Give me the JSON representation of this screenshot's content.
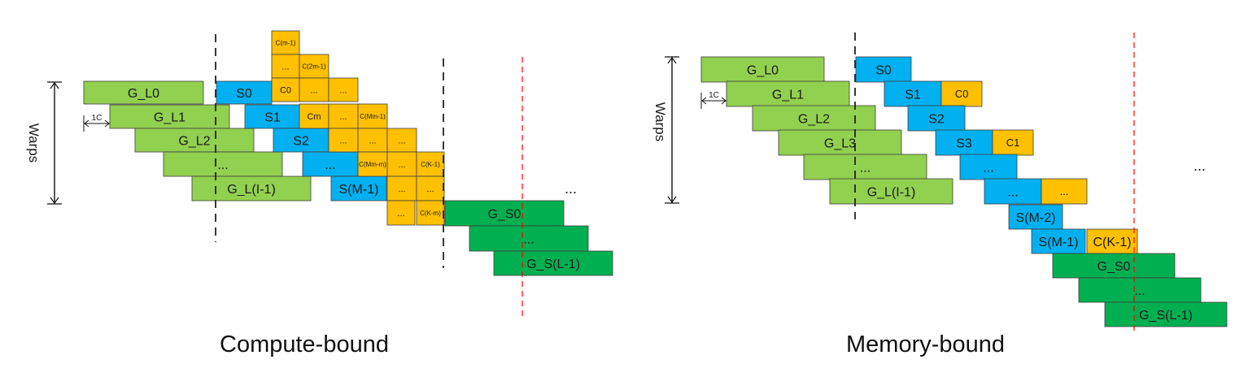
{
  "colors": {
    "light_green": "#92d050",
    "dark_green": "#00b050",
    "blue": "#00b0f0",
    "orange": "#ffc000",
    "black_dash": "#222222",
    "red_dash": "#ff0000"
  },
  "captions": {
    "left": "Compute-bound",
    "right": "Memory-bound"
  },
  "diagrams": [
    {
      "id": "compute-bound",
      "axis_label": "Warps",
      "offset_label": "1C",
      "ellipsis": "...",
      "blocks": [
        {
          "name": "g-l0",
          "label": "G_L0",
          "kind": "light_green"
        },
        {
          "name": "g-l1",
          "label": "G_L1",
          "kind": "light_green"
        },
        {
          "name": "g-l2",
          "label": "G_L2",
          "kind": "light_green"
        },
        {
          "name": "g-l-dots",
          "label": "...",
          "kind": "light_green"
        },
        {
          "name": "g-l-last",
          "label": "G_L(I-1)",
          "kind": "light_green"
        },
        {
          "name": "s0",
          "label": "S0",
          "kind": "blue"
        },
        {
          "name": "s1",
          "label": "S1",
          "kind": "blue"
        },
        {
          "name": "s2",
          "label": "S2",
          "kind": "blue"
        },
        {
          "name": "s-dots",
          "label": "...",
          "kind": "blue"
        },
        {
          "name": "s-last",
          "label": "S(M-1)",
          "kind": "blue"
        },
        {
          "name": "c-m-1",
          "label": "C(m-1)",
          "kind": "orange"
        },
        {
          "name": "c-dots-a",
          "label": "...",
          "kind": "orange"
        },
        {
          "name": "c-2m-1",
          "label": "C(2m-1)",
          "kind": "orange"
        },
        {
          "name": "c0",
          "label": "C0",
          "kind": "orange"
        },
        {
          "name": "c-dots-b",
          "label": "...",
          "kind": "orange"
        },
        {
          "name": "c-dots-c",
          "label": "...",
          "kind": "orange"
        },
        {
          "name": "cm",
          "label": "Cm",
          "kind": "orange"
        },
        {
          "name": "c-dots-d",
          "label": "...",
          "kind": "orange"
        },
        {
          "name": "c-mm-1",
          "label": "C(Mm-1)",
          "kind": "orange"
        },
        {
          "name": "c-dots-e",
          "label": "...",
          "kind": "orange"
        },
        {
          "name": "c-dots-f",
          "label": "...",
          "kind": "orange"
        },
        {
          "name": "c-dots-g",
          "label": "...",
          "kind": "orange"
        },
        {
          "name": "c-mm-m",
          "label": "C(Mm-m)",
          "kind": "orange"
        },
        {
          "name": "c-dots-h",
          "label": "...",
          "kind": "orange"
        },
        {
          "name": "c-k-1",
          "label": "C(K-1)",
          "kind": "orange"
        },
        {
          "name": "c-dots-i",
          "label": "...",
          "kind": "orange"
        },
        {
          "name": "c-dots-j",
          "label": "...",
          "kind": "orange"
        },
        {
          "name": "c-dots-k",
          "label": "...",
          "kind": "orange"
        },
        {
          "name": "c-k-m",
          "label": "C(K-m)",
          "kind": "orange"
        },
        {
          "name": "g-s0",
          "label": "G_S0",
          "kind": "dark_green"
        },
        {
          "name": "g-s-dots",
          "label": "...",
          "kind": "dark_green"
        },
        {
          "name": "g-s-last",
          "label": "G_S(L-1)",
          "kind": "dark_green"
        }
      ]
    },
    {
      "id": "memory-bound",
      "axis_label": "Warps",
      "offset_label": "1C",
      "ellipsis": "...",
      "blocks": [
        {
          "name": "g-l0",
          "label": "G_L0",
          "kind": "light_green"
        },
        {
          "name": "g-l1",
          "label": "G_L1",
          "kind": "light_green"
        },
        {
          "name": "g-l2",
          "label": "G_L2",
          "kind": "light_green"
        },
        {
          "name": "g-l3",
          "label": "G_L3",
          "kind": "light_green"
        },
        {
          "name": "g-l-dots",
          "label": "...",
          "kind": "light_green"
        },
        {
          "name": "g-l-last",
          "label": "G_L(I-1)",
          "kind": "light_green"
        },
        {
          "name": "s0",
          "label": "S0",
          "kind": "blue"
        },
        {
          "name": "s1",
          "label": "S1",
          "kind": "blue"
        },
        {
          "name": "c0",
          "label": "C0",
          "kind": "orange"
        },
        {
          "name": "s2",
          "label": "S2",
          "kind": "blue"
        },
        {
          "name": "s3",
          "label": "S3",
          "kind": "blue"
        },
        {
          "name": "c1",
          "label": "C1",
          "kind": "orange"
        },
        {
          "name": "s-dots-a",
          "label": "...",
          "kind": "blue"
        },
        {
          "name": "s-dots-b",
          "label": "...",
          "kind": "blue"
        },
        {
          "name": "c-dots",
          "label": "...",
          "kind": "orange"
        },
        {
          "name": "s-m-2",
          "label": "S(M-2)",
          "kind": "blue"
        },
        {
          "name": "s-m-1",
          "label": "S(M-1)",
          "kind": "blue"
        },
        {
          "name": "c-k-1",
          "label": "C(K-1)",
          "kind": "orange"
        },
        {
          "name": "g-s0",
          "label": "G_S0",
          "kind": "dark_green"
        },
        {
          "name": "g-s-dots",
          "label": "...",
          "kind": "dark_green"
        },
        {
          "name": "g-s-last",
          "label": "G_S(L-1)",
          "kind": "dark_green"
        }
      ]
    }
  ]
}
